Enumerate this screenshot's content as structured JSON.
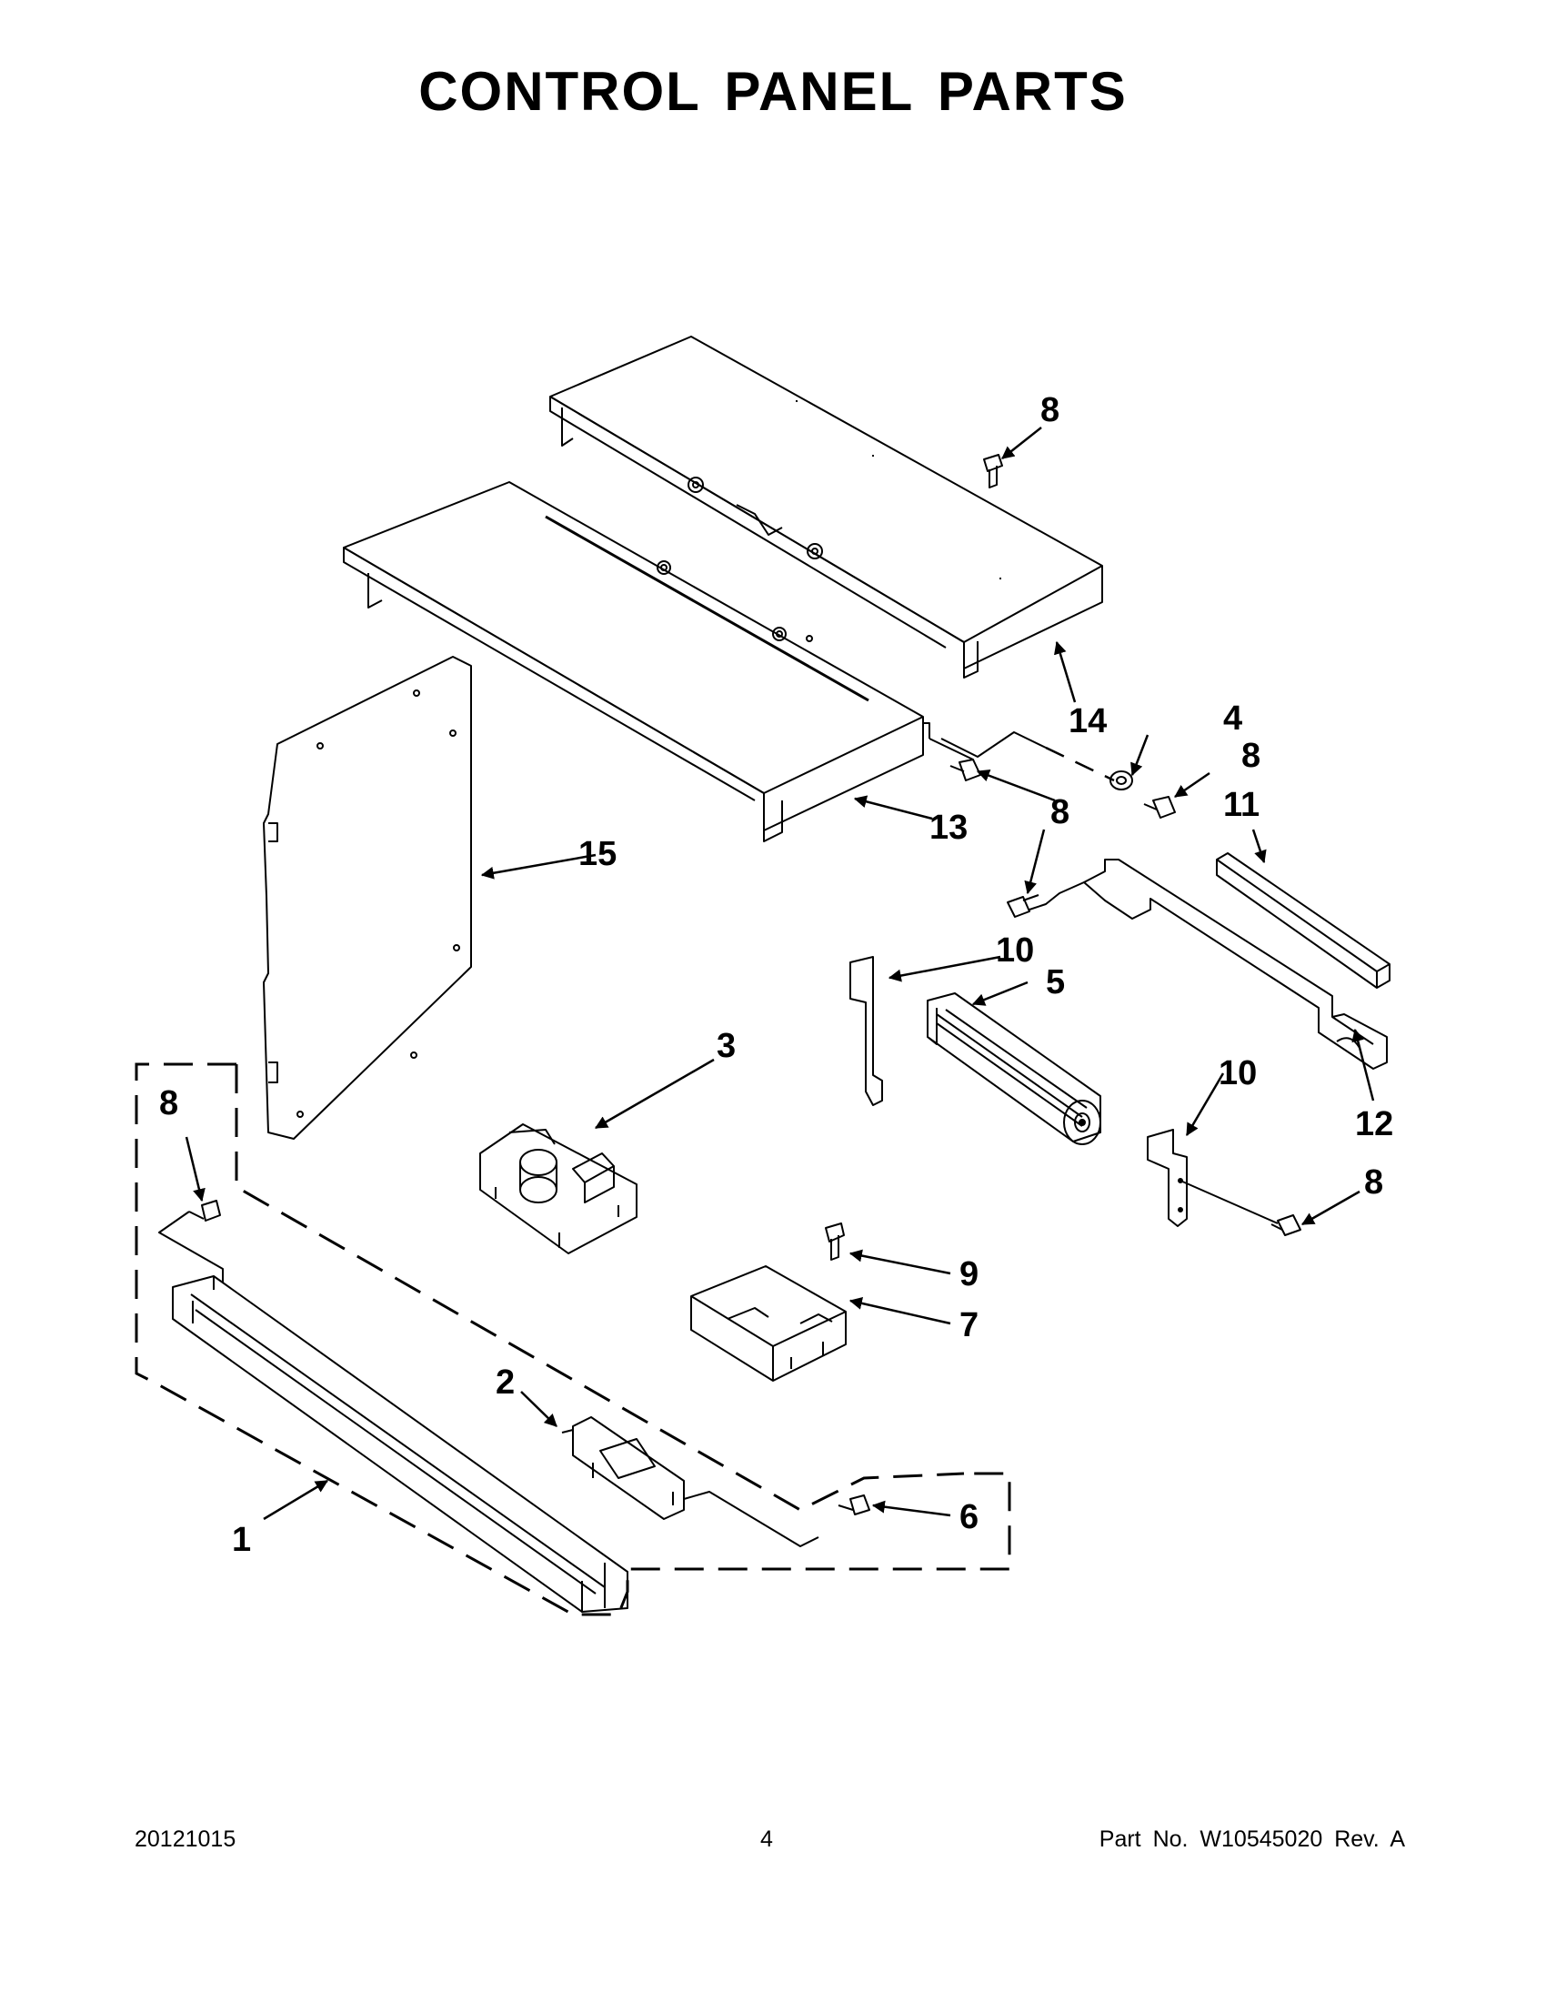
{
  "title": "CONTROL PANEL PARTS",
  "callouts": {
    "c1": "1",
    "c2": "2",
    "c3": "3",
    "c4": "4",
    "c5": "5",
    "c6": "6",
    "c7": "7",
    "c8": "8",
    "c9": "9",
    "c10": "10",
    "c11": "11",
    "c12": "12",
    "c13": "13",
    "c14": "14",
    "c15": "15"
  },
  "footer": {
    "date": "20121015",
    "page": "4",
    "part": "Part No.  W10545020  Rev.  A"
  }
}
